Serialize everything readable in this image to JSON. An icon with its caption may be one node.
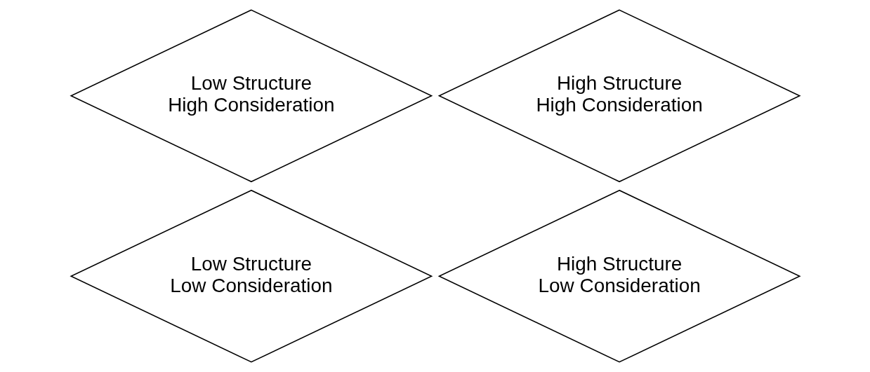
{
  "diagram": {
    "nodes": [
      {
        "text": [
          "Low Structure High Consideration"
        ]
      },
      {
        "text": [
          "High Structure High Consideration"
        ]
      },
      {
        "text": [
          "Low Structure Low Consideration"
        ]
      },
      {
        "text": [
          "High Structure Low Consideration"
        ]
      }
    ]
  }
}
